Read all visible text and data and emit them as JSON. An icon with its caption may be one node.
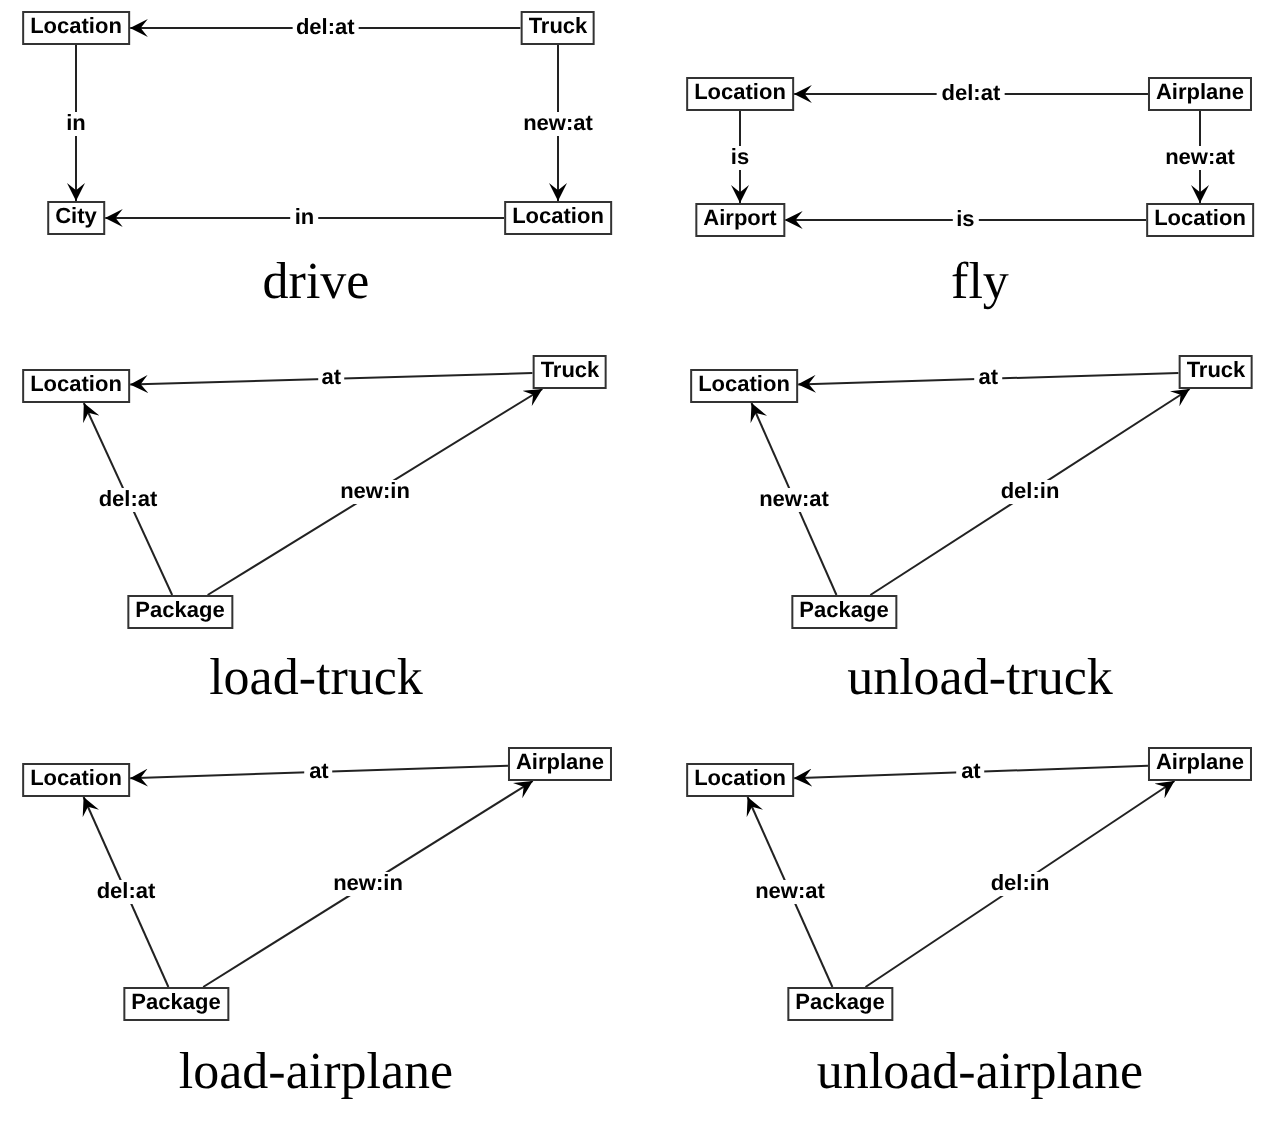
{
  "diagram": {
    "nodes": [
      {
        "text": [
          "Location"
        ]
      },
      {
        "text": [
          "Truck"
        ]
      },
      {
        "text": [
          "City"
        ]
      },
      {
        "text": [
          "Location"
        ]
      },
      {
        "text": [
          "Location"
        ]
      },
      {
        "text": [
          "Airplane"
        ]
      },
      {
        "text": [
          "Airport"
        ]
      },
      {
        "text": [
          "Location"
        ]
      },
      {
        "text": [
          "Location"
        ]
      },
      {
        "text": [
          "Truck"
        ]
      },
      {
        "text": [
          "Package"
        ]
      },
      {
        "text": [
          "Location"
        ]
      },
      {
        "text": [
          "Truck"
        ]
      },
      {
        "text": [
          "Package"
        ]
      },
      {
        "text": [
          "Location"
        ]
      },
      {
        "text": [
          "Airplane"
        ]
      },
      {
        "text": [
          "Package"
        ]
      },
      {
        "text": [
          "Location"
        ]
      },
      {
        "text": [
          "Airplane"
        ]
      },
      {
        "text": [
          "Package"
        ]
      }
    ],
    "edges": [
      {
        "from": 1,
        "to": 0,
        "arrow": "to",
        "label": "del:at"
      },
      {
        "from": 0,
        "to": 2,
        "arrow": "to",
        "label": "in"
      },
      {
        "from": 1,
        "to": 3,
        "arrow": "to",
        "label": "new:at"
      },
      {
        "from": 3,
        "to": 2,
        "arrow": "to",
        "label": "in"
      },
      {
        "from": 5,
        "to": 4,
        "arrow": "to",
        "label": "del:at"
      },
      {
        "from": 4,
        "to": 6,
        "arrow": "to",
        "label": "is"
      },
      {
        "from": 5,
        "to": 7,
        "arrow": "to",
        "label": "new:at"
      },
      {
        "from": 7,
        "to": 6,
        "arrow": "to",
        "label": "is"
      },
      {
        "from": 9,
        "to": 8,
        "arrow": "to",
        "label": "at"
      },
      {
        "from": 10,
        "to": 8,
        "arrow": "to",
        "label": "del:at"
      },
      {
        "from": 10,
        "to": 9,
        "arrow": "to",
        "label": "new:in"
      },
      {
        "from": 12,
        "to": 11,
        "arrow": "to",
        "label": "at"
      },
      {
        "from": 13,
        "to": 11,
        "arrow": "to",
        "label": "new:at"
      },
      {
        "from": 13,
        "to": 12,
        "arrow": "to",
        "label": "del:in"
      },
      {
        "from": 15,
        "to": 14,
        "arrow": "to",
        "label": "at"
      },
      {
        "from": 16,
        "to": 14,
        "arrow": "to",
        "label": "del:at"
      },
      {
        "from": 16,
        "to": 15,
        "arrow": "to",
        "label": "new:in"
      },
      {
        "from": 18,
        "to": 17,
        "arrow": "to",
        "label": "at"
      },
      {
        "from": 19,
        "to": 17,
        "arrow": "to",
        "label": "new:at"
      },
      {
        "from": 19,
        "to": 18,
        "arrow": "to",
        "label": "del:in"
      }
    ],
    "labels": [
      "drive",
      "fly",
      "load-truck",
      "unload-truck",
      "load-airplane",
      "unload-airplane"
    ]
  }
}
